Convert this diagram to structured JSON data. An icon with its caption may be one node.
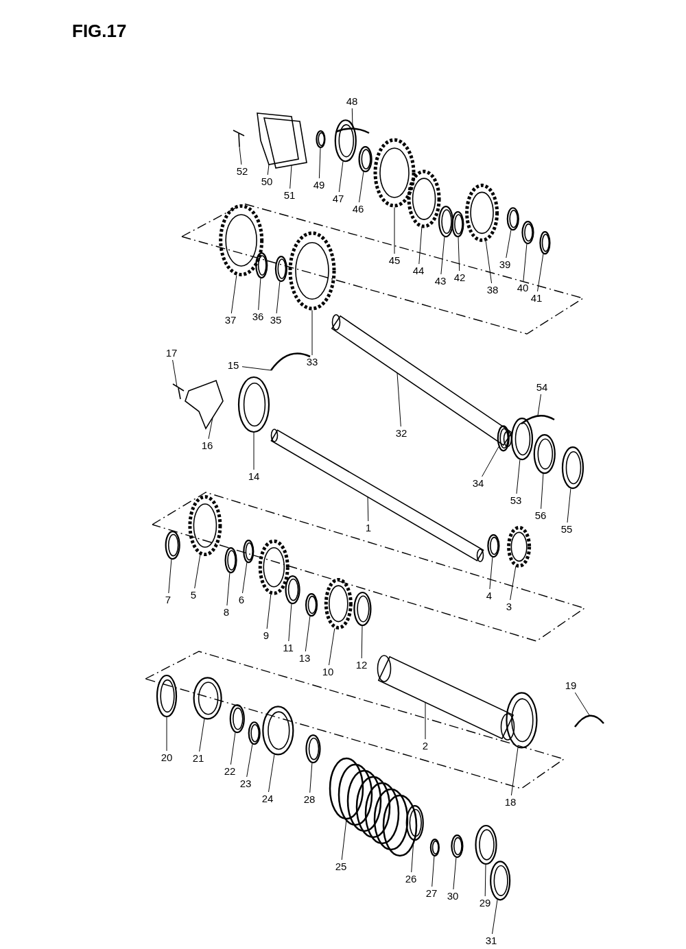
{
  "diagram": {
    "title": "FIG.17",
    "nodes": [
      {
        "text": [
          "52"
        ]
      },
      {
        "text": [
          "50"
        ]
      },
      {
        "text": [
          "51"
        ]
      },
      {
        "text": [
          "49"
        ]
      },
      {
        "text": [
          "47"
        ]
      },
      {
        "text": [
          "46"
        ]
      },
      {
        "text": [
          "48"
        ]
      },
      {
        "text": [
          "45"
        ]
      },
      {
        "text": [
          "44"
        ]
      },
      {
        "text": [
          "43"
        ]
      },
      {
        "text": [
          "42"
        ]
      },
      {
        "text": [
          "38"
        ]
      },
      {
        "text": [
          "39"
        ]
      },
      {
        "text": [
          "40"
        ]
      },
      {
        "text": [
          "41"
        ]
      },
      {
        "text": [
          "37"
        ]
      },
      {
        "text": [
          "36"
        ]
      },
      {
        "text": [
          "35"
        ]
      },
      {
        "text": [
          "33"
        ]
      },
      {
        "text": [
          "32"
        ]
      },
      {
        "text": [
          "17"
        ]
      },
      {
        "text": [
          "15"
        ]
      },
      {
        "text": [
          "16"
        ]
      },
      {
        "text": [
          "14"
        ]
      },
      {
        "text": [
          "34"
        ]
      },
      {
        "text": [
          "54"
        ]
      },
      {
        "text": [
          "53"
        ]
      },
      {
        "text": [
          "56"
        ]
      },
      {
        "text": [
          "55"
        ]
      },
      {
        "text": [
          "1"
        ]
      },
      {
        "text": [
          "7"
        ]
      },
      {
        "text": [
          "5"
        ]
      },
      {
        "text": [
          "8"
        ]
      },
      {
        "text": [
          "6"
        ]
      },
      {
        "text": [
          "9"
        ]
      },
      {
        "text": [
          "11"
        ]
      },
      {
        "text": [
          "13"
        ]
      },
      {
        "text": [
          "10"
        ]
      },
      {
        "text": [
          "12"
        ]
      },
      {
        "text": [
          "4"
        ]
      },
      {
        "text": [
          "3"
        ]
      },
      {
        "text": [
          "2"
        ]
      },
      {
        "text": [
          "19"
        ]
      },
      {
        "text": [
          "20"
        ]
      },
      {
        "text": [
          "21"
        ]
      },
      {
        "text": [
          "22"
        ]
      },
      {
        "text": [
          "23"
        ]
      },
      {
        "text": [
          "24"
        ]
      },
      {
        "text": [
          "28"
        ]
      },
      {
        "text": [
          "18"
        ]
      },
      {
        "text": [
          "25"
        ]
      },
      {
        "text": [
          "26"
        ]
      },
      {
        "text": [
          "27"
        ]
      },
      {
        "text": [
          "30"
        ]
      },
      {
        "text": [
          "29"
        ]
      },
      {
        "text": [
          "31"
        ]
      },
      {
        "text": [],
        "shape": "picture"
      },
      {
        "text": [],
        "shape": "picture"
      },
      {
        "text": [],
        "shape": "picture"
      },
      {
        "text": [],
        "shape": "picture"
      },
      {
        "text": [],
        "shape": "picture"
      },
      {
        "text": [],
        "shape": "picture"
      },
      {
        "text": [],
        "shape": "picture"
      },
      {
        "text": [],
        "shape": "picture"
      },
      {
        "text": [],
        "shape": "picture"
      },
      {
        "text": [],
        "shape": "picture"
      },
      {
        "text": [],
        "shape": "picture"
      },
      {
        "text": [],
        "shape": "picture"
      },
      {
        "text": [],
        "shape": "picture"
      },
      {
        "text": [],
        "shape": "picture"
      },
      {
        "text": [],
        "shape": "picture"
      },
      {
        "text": [],
        "shape": "picture"
      },
      {
        "text": [],
        "shape": "picture"
      },
      {
        "text": [],
        "shape": "picture"
      },
      {
        "text": [],
        "shape": "picture"
      },
      {
        "text": [],
        "shape": "picture"
      },
      {
        "text": [],
        "shape": "picture"
      },
      {
        "text": [],
        "shape": "picture"
      },
      {
        "text": [],
        "shape": "picture"
      },
      {
        "text": [],
        "shape": "picture"
      },
      {
        "text": [],
        "shape": "picture"
      },
      {
        "text": [],
        "shape": "picture"
      },
      {
        "text": [],
        "shape": "picture"
      },
      {
        "text": [],
        "shape": "picture"
      },
      {
        "text": [],
        "shape": "picture"
      },
      {
        "text": [],
        "shape": "picture"
      },
      {
        "text": [],
        "shape": "picture"
      },
      {
        "text": [],
        "shape": "picture"
      },
      {
        "text": [],
        "shape": "picture"
      },
      {
        "text": [],
        "shape": "picture"
      },
      {
        "text": [],
        "shape": "picture"
      },
      {
        "text": [],
        "shape": "picture"
      },
      {
        "text": [],
        "shape": "picture"
      },
      {
        "text": [],
        "shape": "picture"
      },
      {
        "text": [],
        "shape": "picture"
      },
      {
        "text": [],
        "shape": "picture"
      },
      {
        "text": [],
        "shape": "picture"
      },
      {
        "text": [],
        "shape": "picture"
      },
      {
        "text": [],
        "shape": "picture"
      },
      {
        "text": [],
        "shape": "picture"
      },
      {
        "text": [],
        "shape": "picture"
      },
      {
        "text": [],
        "shape": "picture"
      },
      {
        "text": [],
        "shape": "picture"
      },
      {
        "text": [],
        "shape": "picture"
      },
      {
        "text": [],
        "shape": "picture"
      },
      {
        "text": [],
        "shape": "picture"
      },
      {
        "text": [],
        "shape": "picture"
      },
      {
        "text": [],
        "shape": "picture"
      },
      {
        "text": [],
        "shape": "picture"
      },
      {
        "text": [],
        "shape": "picture"
      },
      {
        "text": [],
        "shape": "picture"
      },
      {
        "text": [],
        "shape": "picture"
      }
    ],
    "edges": [
      {
        "from": 0,
        "to": 56,
        "arrow": "none"
      },
      {
        "from": 1,
        "to": 57,
        "arrow": "none"
      },
      {
        "from": 2,
        "to": 58,
        "arrow": "none"
      },
      {
        "from": 3,
        "to": 59,
        "arrow": "none"
      },
      {
        "from": 4,
        "to": 60,
        "arrow": "none"
      },
      {
        "from": 5,
        "to": 61,
        "arrow": "none"
      },
      {
        "from": 6,
        "to": 62,
        "arrow": "none"
      },
      {
        "from": 7,
        "to": 63,
        "arrow": "none"
      },
      {
        "from": 8,
        "to": 64,
        "arrow": "none"
      },
      {
        "from": 9,
        "to": 65,
        "arrow": "none"
      },
      {
        "from": 10,
        "to": 66,
        "arrow": "none"
      },
      {
        "from": 11,
        "to": 67,
        "arrow": "none"
      },
      {
        "from": 12,
        "to": 68,
        "arrow": "none"
      },
      {
        "from": 13,
        "to": 69,
        "arrow": "none"
      },
      {
        "from": 14,
        "to": 70,
        "arrow": "none"
      },
      {
        "from": 15,
        "to": 71,
        "arrow": "none"
      },
      {
        "from": 16,
        "to": 72,
        "arrow": "none"
      },
      {
        "from": 17,
        "to": 73,
        "arrow": "none"
      },
      {
        "from": 18,
        "to": 74,
        "arrow": "none"
      },
      {
        "from": 19,
        "to": 75,
        "arrow": "none"
      },
      {
        "from": 20,
        "to": 76,
        "arrow": "none"
      },
      {
        "from": 21,
        "to": 77,
        "arrow": "none"
      },
      {
        "from": 22,
        "to": 78,
        "arrow": "none"
      },
      {
        "from": 23,
        "to": 79,
        "arrow": "none"
      },
      {
        "from": 24,
        "to": 80,
        "arrow": "none"
      },
      {
        "from": 25,
        "to": 81,
        "arrow": "none"
      },
      {
        "from": 26,
        "to": 82,
        "arrow": "none"
      },
      {
        "from": 27,
        "to": 83,
        "arrow": "none"
      },
      {
        "from": 28,
        "to": 84,
        "arrow": "none"
      },
      {
        "from": 29,
        "to": 85,
        "arrow": "none"
      },
      {
        "from": 30,
        "to": 86,
        "arrow": "none"
      },
      {
        "from": 31,
        "to": 87,
        "arrow": "none"
      },
      {
        "from": 32,
        "to": 88,
        "arrow": "none"
      },
      {
        "from": 33,
        "to": 89,
        "arrow": "none"
      },
      {
        "from": 34,
        "to": 90,
        "arrow": "none"
      },
      {
        "from": 35,
        "to": 91,
        "arrow": "none"
      },
      {
        "from": 36,
        "to": 92,
        "arrow": "none"
      },
      {
        "from": 37,
        "to": 93,
        "arrow": "none"
      },
      {
        "from": 38,
        "to": 94,
        "arrow": "none"
      },
      {
        "from": 39,
        "to": 95,
        "arrow": "none"
      },
      {
        "from": 40,
        "to": 96,
        "arrow": "none"
      },
      {
        "from": 41,
        "to": 97,
        "arrow": "none"
      },
      {
        "from": 42,
        "to": 98,
        "arrow": "none"
      },
      {
        "from": 43,
        "to": 99,
        "arrow": "none"
      },
      {
        "from": 44,
        "to": 100,
        "arrow": "none"
      },
      {
        "from": 45,
        "to": 101,
        "arrow": "none"
      },
      {
        "from": 46,
        "to": 102,
        "arrow": "none"
      },
      {
        "from": 47,
        "to": 103,
        "arrow": "none"
      },
      {
        "from": 48,
        "to": 104,
        "arrow": "none"
      },
      {
        "from": 49,
        "to": 105,
        "arrow": "none"
      },
      {
        "from": 50,
        "to": 106,
        "arrow": "none"
      },
      {
        "from": 51,
        "to": 107,
        "arrow": "none"
      },
      {
        "from": 52,
        "to": 108,
        "arrow": "none"
      },
      {
        "from": 53,
        "to": 109,
        "arrow": "none"
      },
      {
        "from": 54,
        "to": 110,
        "arrow": "none"
      },
      {
        "from": 55,
        "to": 111,
        "arrow": "none"
      }
    ]
  }
}
